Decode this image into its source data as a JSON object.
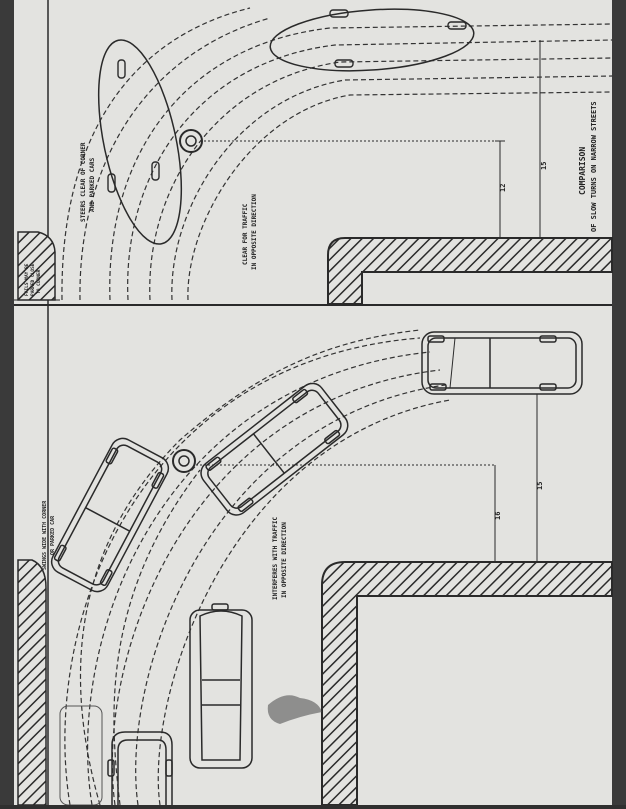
{
  "colors": {
    "paper": "#e3e3e0",
    "ink": "#2a2a2a",
    "background": "#2f2f2f"
  },
  "top_panel": {
    "title_line1": "COMPARISON",
    "title_line2": "OF SLOW TURNS ON NARROW STREETS",
    "clear_label_line1": "CLEAR FOR TRAFFIC",
    "clear_label_line2": "IN OPPOSITE DIRECTION",
    "steers_label_line1": "STEERS CLEAR OF CORNER",
    "steers_label_line2": "AND PARKED CARS",
    "fails_label_line1": "FAILS MAY BE",
    "fails_label_line2": "PARKED CLOSE",
    "fails_label_line3": "TO CORNER",
    "dim_inner": "12",
    "dim_outer": "15"
  },
  "bottom_panel": {
    "interferes_label_line1": "INTERFERES WITH TRAFFIC",
    "interferes_label_line2": "IN OPPOSITE DIRECTION",
    "swings_label_line1": "SWINGS WIDE WITH CORNER",
    "swings_label_line2": "OR PARKED CAR",
    "dim_inner": "16",
    "dim_outer": "15"
  }
}
